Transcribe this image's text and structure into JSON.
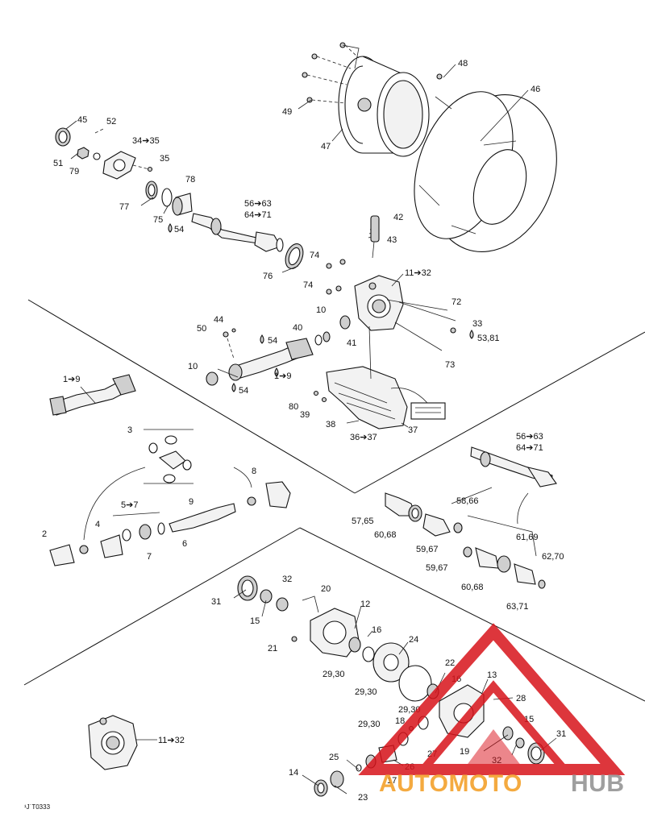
{
  "labels": {
    "l48": "48",
    "l46": "46",
    "l49": "49",
    "l47": "47",
    "l45": "45",
    "l52": "52",
    "l34_35": "34➔35",
    "l51": "51",
    "l79": "79",
    "l35": "35",
    "l78": "78",
    "l77": "77",
    "l75": "75",
    "l54a": "54",
    "l56_63a": "56➔63",
    "l64_71a": "64➔71",
    "l42": "42",
    "l43": "43",
    "l76": "76",
    "l74a": "74",
    "l11_32a": "11➔32",
    "l74b": "74",
    "l72": "72",
    "l10a": "10",
    "l33": "33",
    "l53_81": "53,81",
    "l44": "44",
    "l50": "50",
    "l54b": "54",
    "l40": "40",
    "l41": "41",
    "l73": "73",
    "l10b": "10",
    "l1_9a": "1➔9",
    "l54c": "54",
    "l80": "80",
    "l39": "39",
    "l38": "38",
    "l36_37": "36➔37",
    "l37": "37",
    "l1_9b": "1➔9",
    "l3": "3",
    "l8": "8",
    "l5_7": "5➔7",
    "l9": "9",
    "l2": "2",
    "l4": "4",
    "l7": "7",
    "l6": "6",
    "l56_63b": "56➔63",
    "l64_71b": "64➔71",
    "l58_66": "58,66",
    "l57_65": "57,65",
    "l60_68a": "60,68",
    "l59_67a": "59,67",
    "l61_69": "61,69",
    "l62_70": "62,70",
    "l59_67b": "59,67",
    "l60_68b": "60,68",
    "l63_71": "63,71",
    "l32a": "32",
    "l20": "20",
    "l31a": "31",
    "l12": "12",
    "l15a": "15",
    "l16a": "16",
    "l24": "24",
    "l21": "21",
    "l29_30a": "29,30",
    "l22": "22",
    "l29_30b": "29,30",
    "l16b": "16",
    "l13": "13",
    "l28": "28",
    "l29_30c": "29,30",
    "l18": "18",
    "l15b": "15",
    "l29_30d": "29,30",
    "l31b": "31",
    "l19": "19",
    "l27": "27",
    "l32b": "32",
    "l11_32b": "11➔32",
    "l25": "25",
    "l26": "26",
    "l17": "17",
    "l14": "14",
    "l23": "23"
  },
  "figure_code": "¹J˙T0333",
  "watermark": {
    "part1": "AUTOMOTO",
    "part2": "HUB"
  },
  "colors": {
    "ink": "#111111",
    "watermark_red": "#d8131b",
    "watermark_orange": "#f39c1f",
    "watermark_grey": "#8f8f8f"
  },
  "icons": {
    "grease": "oil-drop-icon",
    "arrow": "arrow-icon",
    "decal": "warning-decal-icon"
  }
}
